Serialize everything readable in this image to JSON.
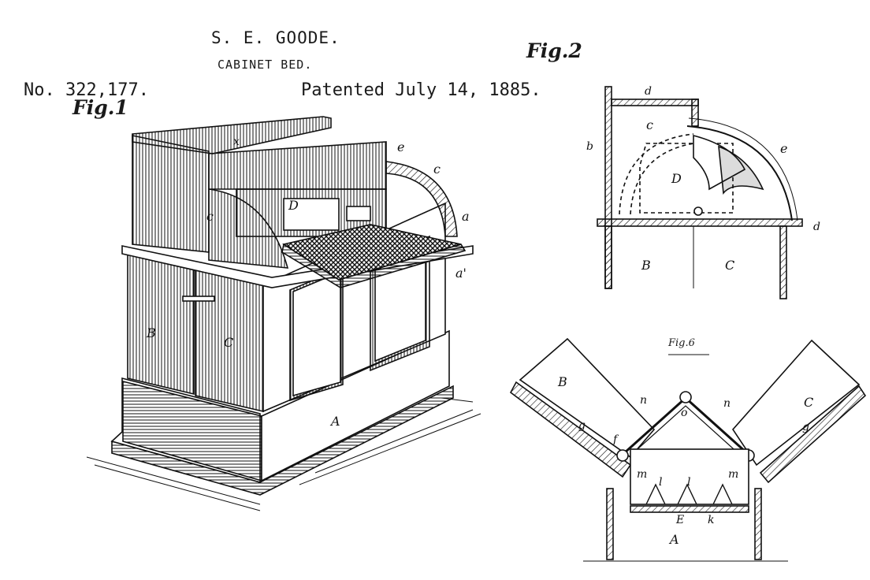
{
  "header": {
    "inventor": "S. E. GOODE.",
    "title": "CABINET BED.",
    "patent_number": "No. 322,177.",
    "patented": "Patented July 14, 1885."
  },
  "figures": {
    "fig1": "Fig.1",
    "fig2": "Fig.2",
    "fig6": "Fig.6"
  },
  "fig1_labels": {
    "x": "x",
    "e": "e",
    "c_top": "c",
    "c_side": "c",
    "D": "D",
    "a": "a",
    "a_prime": "a'",
    "B": "B",
    "C": "C",
    "A": "A"
  },
  "fig2_labels": {
    "d_top": "d",
    "c": "c",
    "b": "b",
    "e": "e",
    "D": "D",
    "d_right": "d",
    "B": "B",
    "C": "C"
  },
  "fig6_labels": {
    "B": "B",
    "C": "C",
    "n_left": "n",
    "n_right": "n",
    "o": "o",
    "g_left": "g",
    "g_right": "g",
    "f": "f",
    "m_left": "m",
    "m_right": "m",
    "l1": "l",
    "l2": "l",
    "E": "E",
    "k": "k",
    "A": "A"
  },
  "colors": {
    "ink": "#111111",
    "paper": "#ffffff"
  }
}
